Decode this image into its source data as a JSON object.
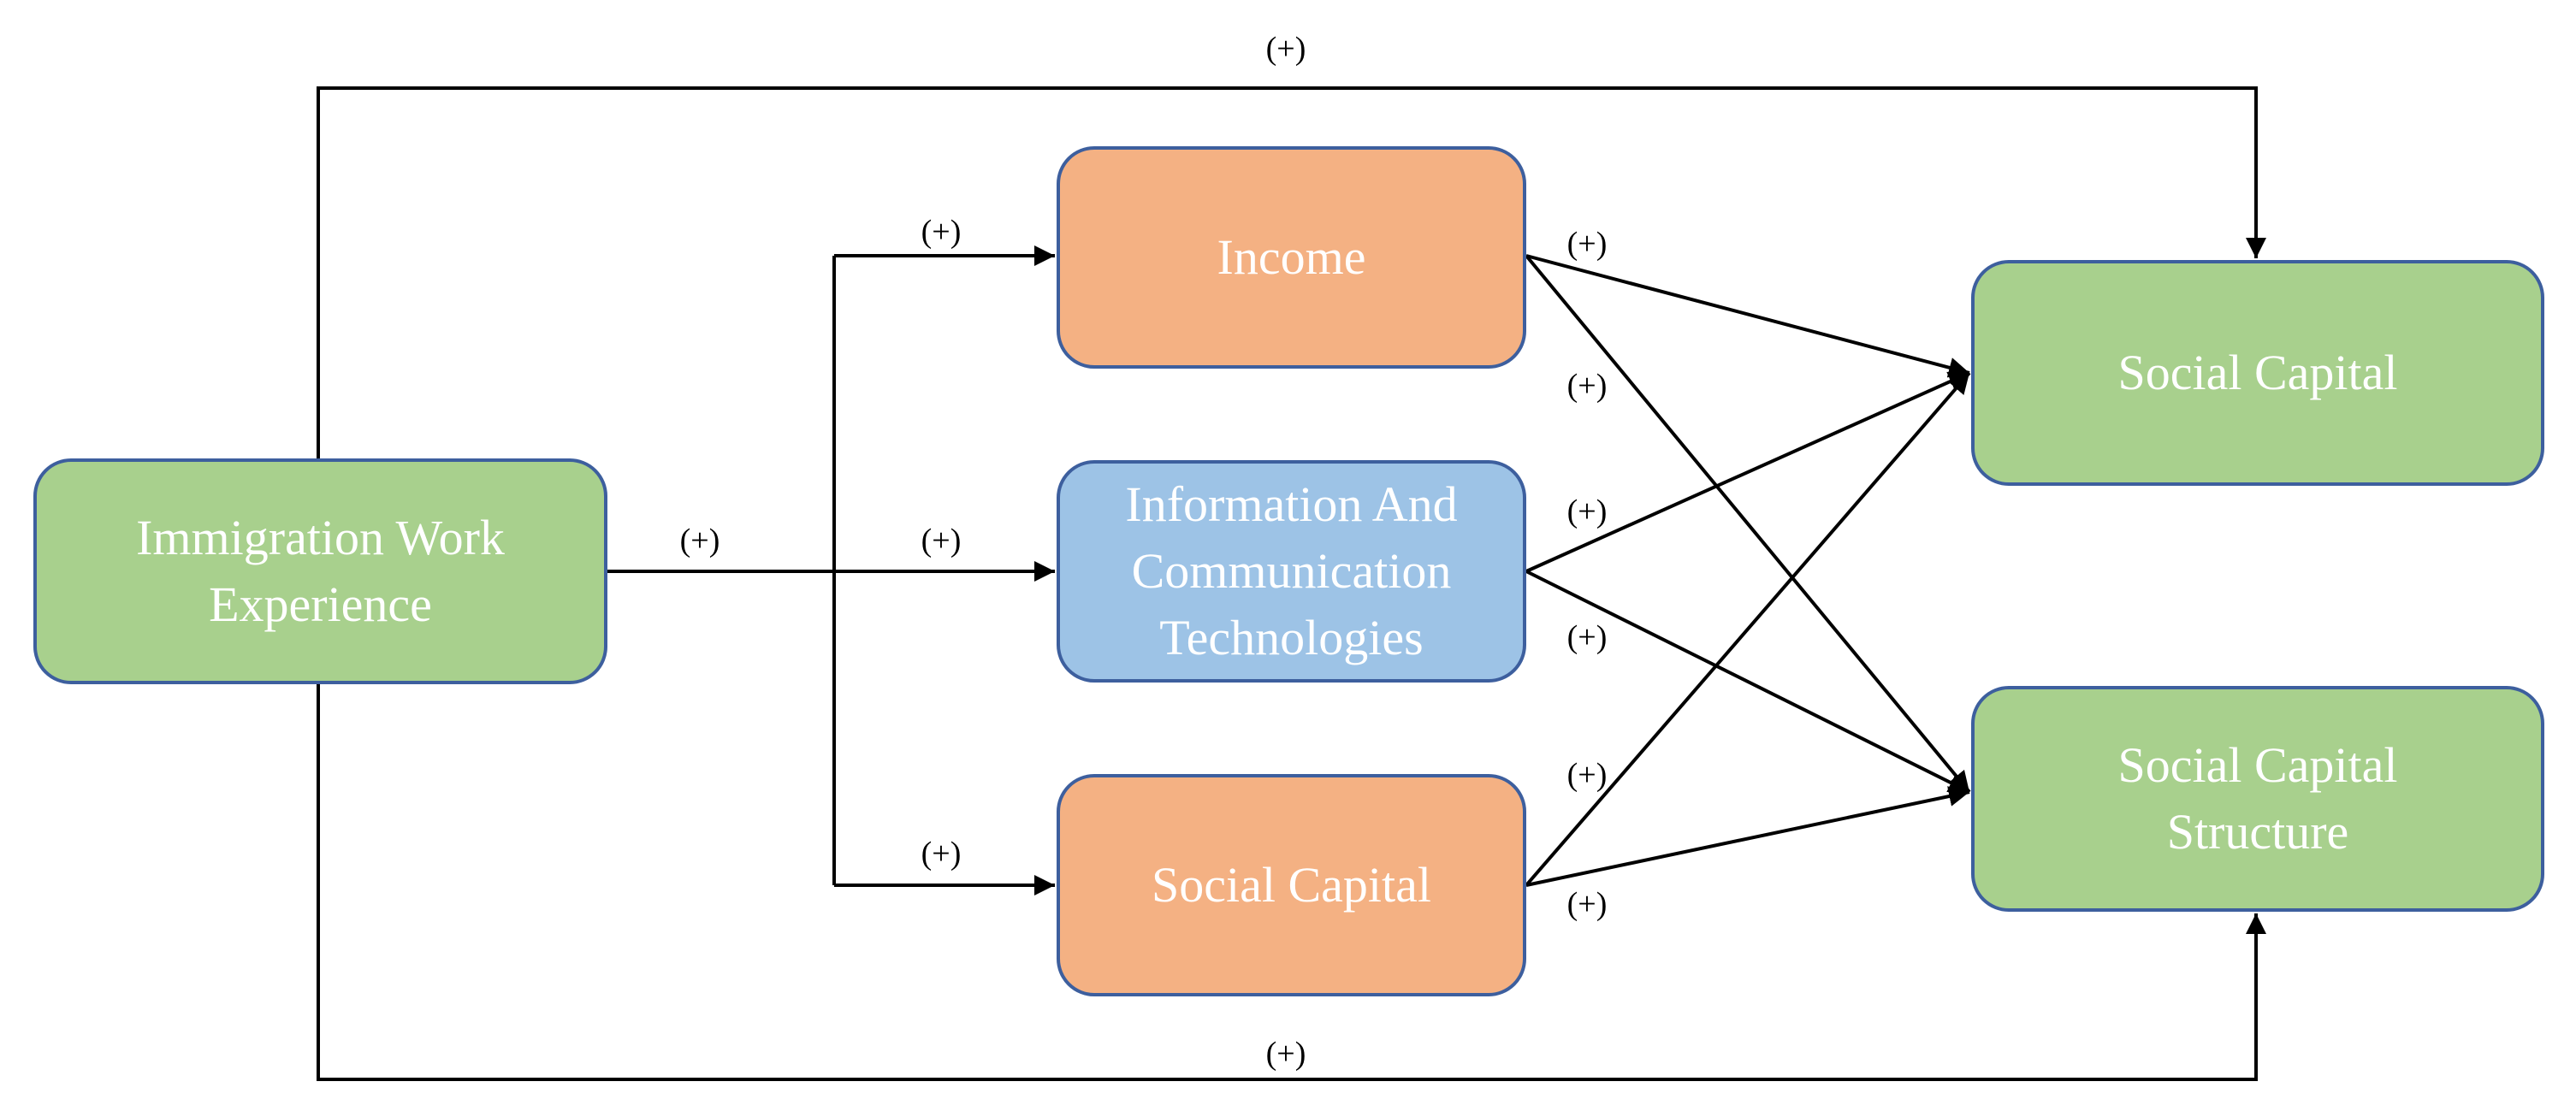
{
  "nodes": {
    "immigration": {
      "line1": "Immigration Work",
      "line2": "Experience"
    },
    "income": {
      "label": "Income"
    },
    "ict": {
      "line1": "Information And",
      "line2": "Communication",
      "line3": "Technologies"
    },
    "social_capital_mid": {
      "label": "Social Capital"
    },
    "social_capital_out": {
      "label": "Social Capital"
    },
    "structure": {
      "line1": "Social Capital",
      "line2": "Structure"
    }
  },
  "edge_labels": {
    "top": "(+)",
    "bottom": "(+)",
    "immigration_out": "(+)",
    "to_income": "(+)",
    "to_ict": "(+)",
    "to_social_capital": "(+)",
    "income_to_capital": "(+)",
    "income_to_structure": "(+)",
    "ict_to_capital": "(+)",
    "ict_to_structure": "(+)",
    "sc_to_capital": "(+)",
    "sc_to_structure": "(+)"
  },
  "colors": {
    "green": "#a8d08d",
    "orange": "#f4b183",
    "blue": "#9dc3e6",
    "border": "#3d5f9e",
    "line": "#000000"
  }
}
